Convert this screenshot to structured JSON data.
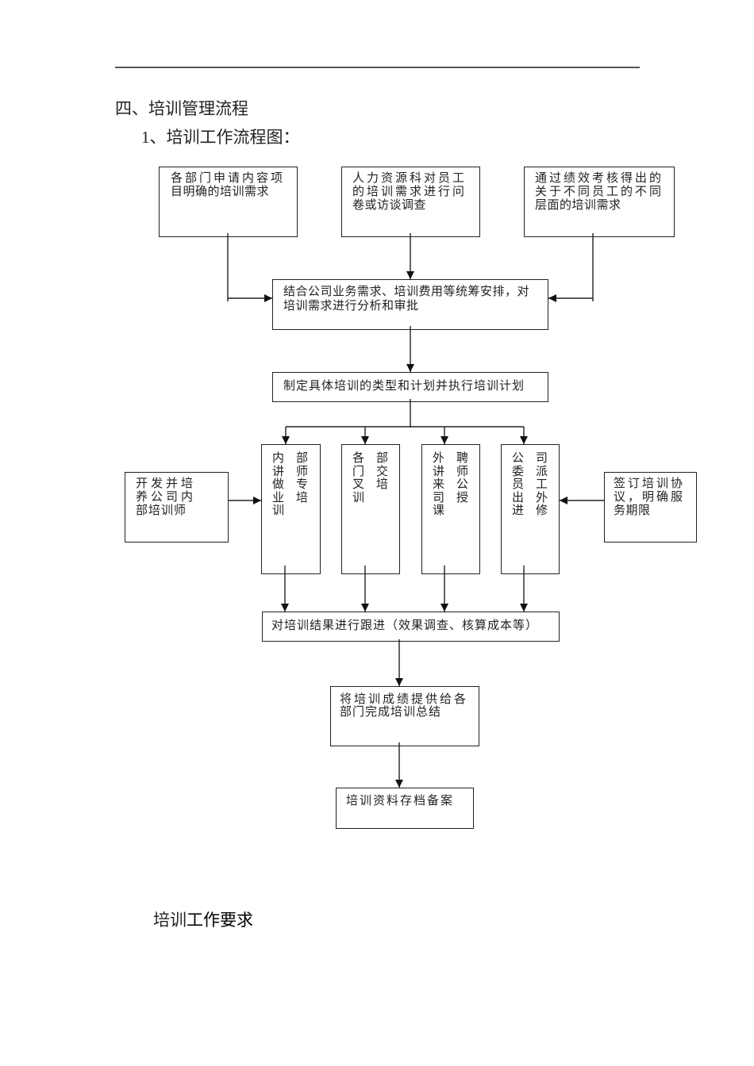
{
  "document": {
    "section_title": "四、培训管理流程",
    "subsection_title": "1、培训工作流程图：",
    "footer_heading": {
      "part1": "培训",
      "part2": "工作要求"
    }
  },
  "flowchart": {
    "sources": [
      {
        "lines": [
          "各部门申请内容项",
          "目明确的培训需求"
        ]
      },
      {
        "lines": [
          "人力资源科对员工",
          "的培训需求进行问",
          "卷或访谈调查"
        ]
      },
      {
        "lines": [
          "通过绩效考核得出的",
          "关于不同员工的不同",
          "层面的培训需求"
        ]
      }
    ],
    "analysis": {
      "lines": [
        "结合公司业务需求、培训费用等统筹安排，对",
        "培训需求进行分析和审批"
      ]
    },
    "plan": {
      "lines": [
        "制定具体培训的类型和计划并执行培训计划"
      ]
    },
    "methods": [
      {
        "lines": [
          "内部",
          "讲师",
          "做专",
          "业培",
          "训"
        ]
      },
      {
        "lines": [
          "各部",
          "门交",
          "叉培",
          "训"
        ]
      },
      {
        "lines": [
          "外聘",
          "讲师",
          "来公",
          "司授",
          "课"
        ]
      },
      {
        "lines": [
          "公司",
          "委派",
          "员工",
          "出外",
          "进修"
        ]
      }
    ],
    "method_inputs": {
      "left": {
        "lines": [
          "开发并培",
          "养公司内",
          "部培训师"
        ]
      },
      "right": {
        "lines": [
          "签订培训协",
          "议，明确服",
          "务期限"
        ]
      }
    },
    "followup": {
      "lines": [
        "对培训结果进行跟进（效果调查、核算成本等）"
      ]
    },
    "summary": {
      "lines": [
        "将培训成绩提供给各",
        "部门完成培训总结"
      ]
    },
    "archive": {
      "lines": [
        "培训资料存档备案"
      ]
    }
  }
}
